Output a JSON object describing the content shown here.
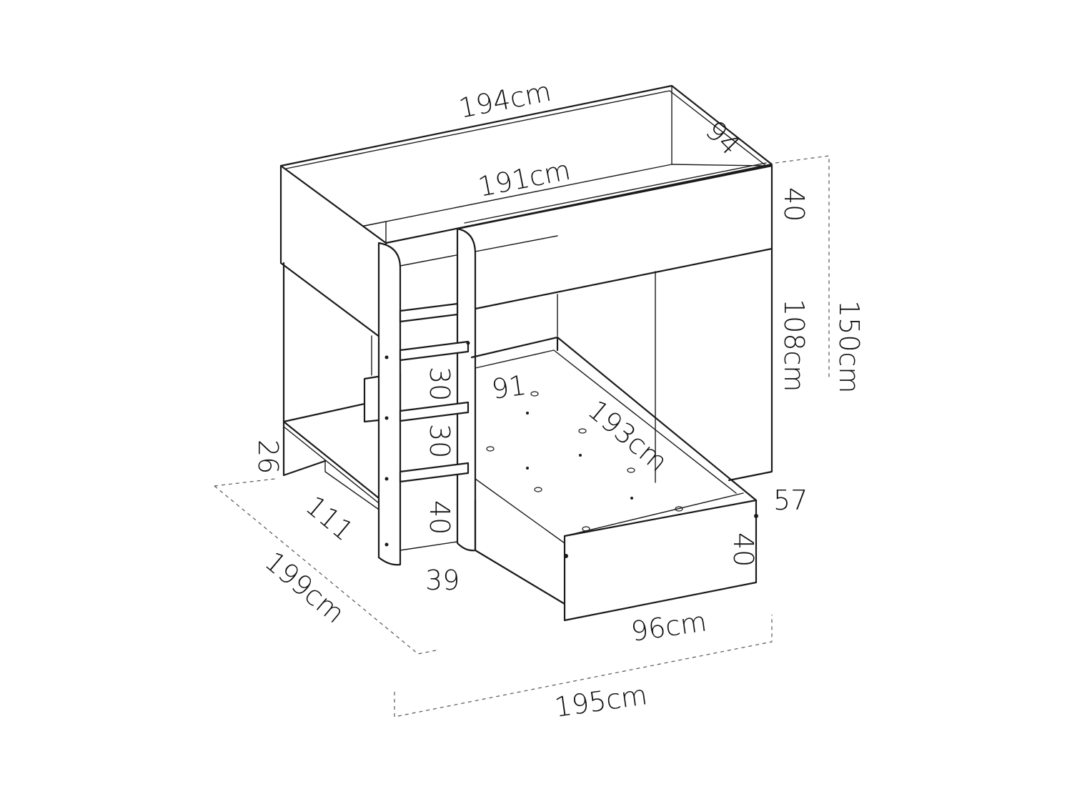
{
  "labels": {
    "top_length": "194cm",
    "top_depth": "94",
    "top_inner_length": "191cm",
    "top_rail_height": "40",
    "upper_clearance": "108cm",
    "total_height": "150cm",
    "ladder_step_1": "30",
    "ladder_step_2": "30",
    "ladder_bottom": "40",
    "ladder_width": "39",
    "lower_bed_width": "91",
    "lower_bed_length": "193cm",
    "lower_bed_height": "57",
    "lower_bed_front": "40",
    "lower_bed_outer_width": "96cm",
    "overall_width": "195cm",
    "overall_depth": "199cm",
    "side_depth": "111",
    "side_shelf_height": "26"
  }
}
